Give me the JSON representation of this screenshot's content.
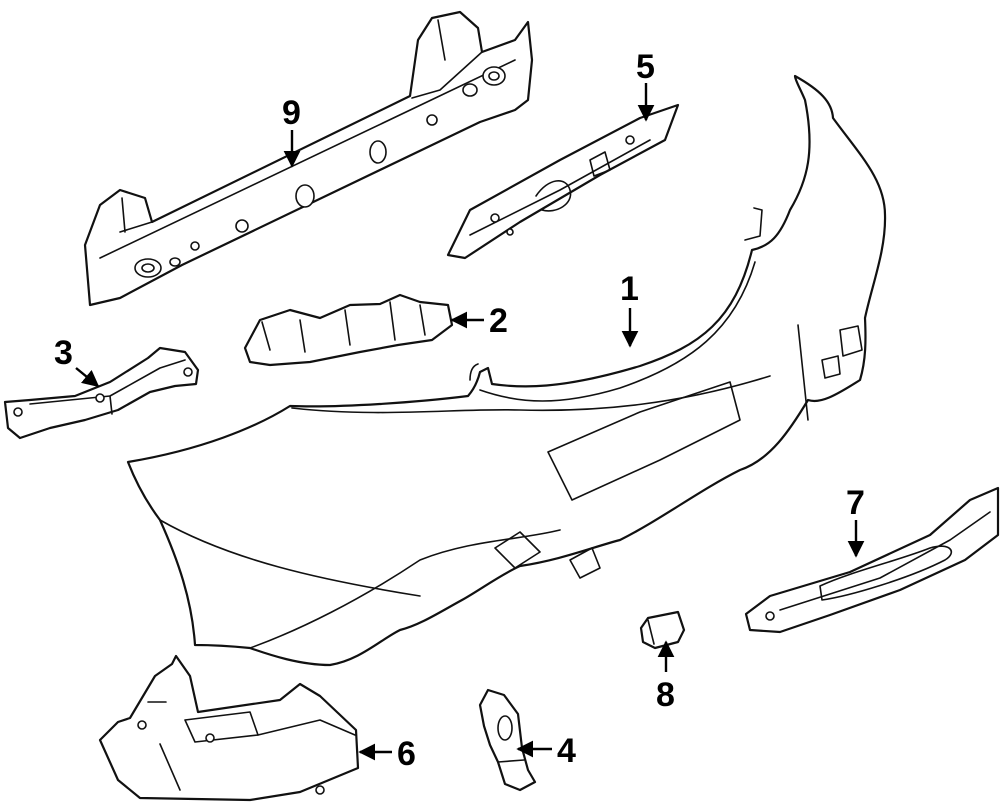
{
  "diagram": {
    "parts": [
      {
        "id": "part-1",
        "callout": "1"
      },
      {
        "id": "part-2",
        "callout": "2"
      },
      {
        "id": "part-3",
        "callout": "3"
      },
      {
        "id": "part-4",
        "callout": "4"
      },
      {
        "id": "part-5",
        "callout": "5"
      },
      {
        "id": "part-6",
        "callout": "6"
      },
      {
        "id": "part-7",
        "callout": "7"
      },
      {
        "id": "part-8",
        "callout": "8"
      },
      {
        "id": "part-9",
        "callout": "9"
      }
    ]
  }
}
